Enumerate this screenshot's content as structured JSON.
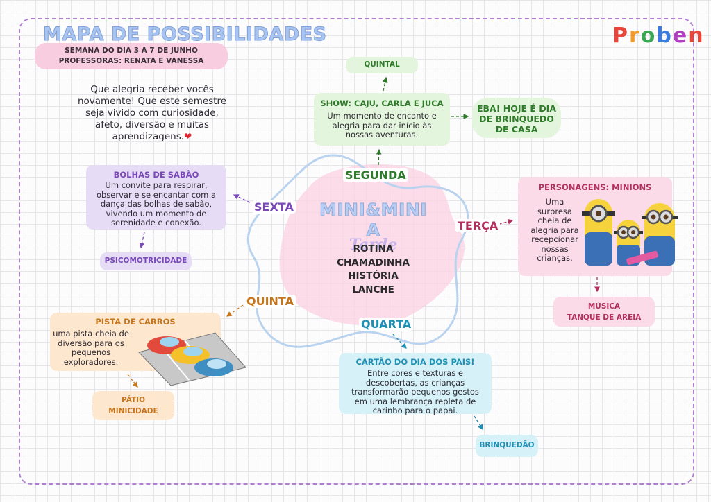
{
  "header": {
    "title": "MAPA DE POSSIBILIDADES",
    "week": "SEMANA DO DIA 3 A 7 DE JUNHO",
    "teachers": "PROFESSORAS: RENATA E VANESSA"
  },
  "logo": {
    "letters": [
      "P",
      "r",
      "o",
      "b",
      "e",
      "n"
    ],
    "colors": [
      "#e8463b",
      "#f39a2b",
      "#3aa655",
      "#3b7be0",
      "#b040c0",
      "#e8463b"
    ]
  },
  "intro": [
    "Que alegria receber vocês",
    "novamente! Que este semestre",
    "seja vivido com curiosidade,",
    "afeto, diversão e muitas",
    "aprendizagens."
  ],
  "center": {
    "title_line1": "MINI&MINI A",
    "title_line2": "Tarde",
    "items": [
      "ROTINA",
      "CHAMADINHA",
      "HISTÓRIA",
      "LANCHE"
    ]
  },
  "days": {
    "segunda": "SEGUNDA",
    "terca": "TERÇA",
    "quarta": "QUARTA",
    "quinta": "QUINTA",
    "sexta": "SEXTA"
  },
  "cards": {
    "show": {
      "title": "SHOW: CAJU, CARLA E JUCA",
      "body": [
        "Um momento de encanto e",
        "alegria para dar início às",
        "nossas aventuras."
      ]
    },
    "quintal": "QUINTAL",
    "eba": [
      "EBA! HOJE É DIA",
      "DE BRINQUEDO",
      "DE CASA"
    ],
    "minions": {
      "title": "PERSONAGENS: MINIONS",
      "body": [
        "Uma",
        "surpresa",
        "cheia de",
        "alegria para",
        "recepcionar",
        "nossas",
        "crianças."
      ]
    },
    "musica": [
      "MÚSICA",
      "TANQUE DE AREIA"
    ],
    "pais": {
      "title": "CARTÃO DO DIA DOS PAIS!",
      "body": [
        "Entre cores e texturas e",
        "descobertas, as crianças",
        "transformarão pequenos gestos",
        "em uma lembrança repleta de",
        "carinho para o papai."
      ]
    },
    "brinquedao": "BRINQUEDÃO",
    "carros": {
      "title": "PISTA DE CARROS",
      "body": [
        "uma pista cheia de",
        "diversão para os",
        "pequenos",
        "exploradores."
      ]
    },
    "patio": [
      "PÁTIO",
      "MINICIDADE"
    ],
    "bolhas": {
      "title": "BOLHAS DE SABÃO",
      "body": [
        "Um convite para respirar,",
        "observar e se encantar com a",
        "dança das bolhas de sabão,",
        "vivendo um momento de",
        "serenidade e conexão."
      ]
    },
    "psico": "PSICOMOTRICIDADE"
  },
  "colors": {
    "green": "#e3f5dd",
    "green_text": "#2f7a2b",
    "pink": "#fbdbe8",
    "pink_text": "#b2305e",
    "blue": "#d6f1f8",
    "blue_text": "#1f8fb3",
    "orange": "#fde8cf",
    "orange_text": "#c6751d",
    "purple": "#e7dcf6",
    "purple_text": "#7a49b8"
  }
}
